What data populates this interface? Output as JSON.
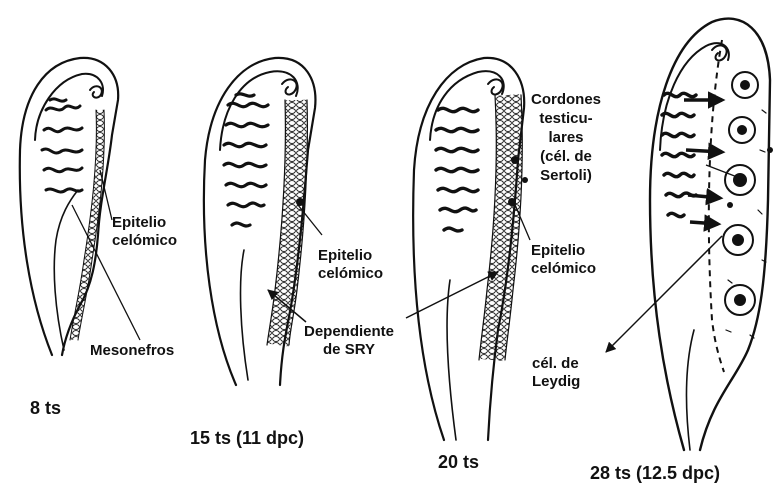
{
  "labels": {
    "epitelio_1": "Epitelio\ncelómico",
    "mesonefros": "Mesonefros",
    "epitelio_2": "Epitelio\ncelómico",
    "dependiente": "Dependiente\nde SRY",
    "epitelio_3": "Epitelio\ncelómico",
    "cordones": "Cordones\ntesticu-\nlares\n(cél. de\nSertoli)",
    "leydig": "cél. de\nLeydig"
  },
  "stages": [
    "8 ts",
    "15 ts (11 dpc)",
    "20 ts",
    "28 ts (12.5 dpc)"
  ],
  "colors": {
    "ink": "#111111",
    "background": "#ffffff"
  }
}
